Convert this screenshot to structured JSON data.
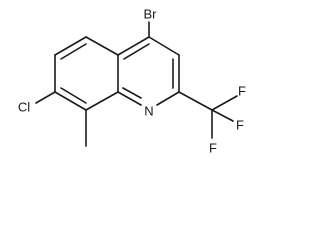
{
  "molecule": {
    "atom_labels": {
      "br": "Br",
      "cl": "Cl",
      "n": "N",
      "f_top": "F",
      "f_mid": "F",
      "f_bot": "F"
    }
  },
  "colors": {
    "bond": "#1a1a1a",
    "label": "#1a1a1a",
    "background": "#ffffff"
  }
}
